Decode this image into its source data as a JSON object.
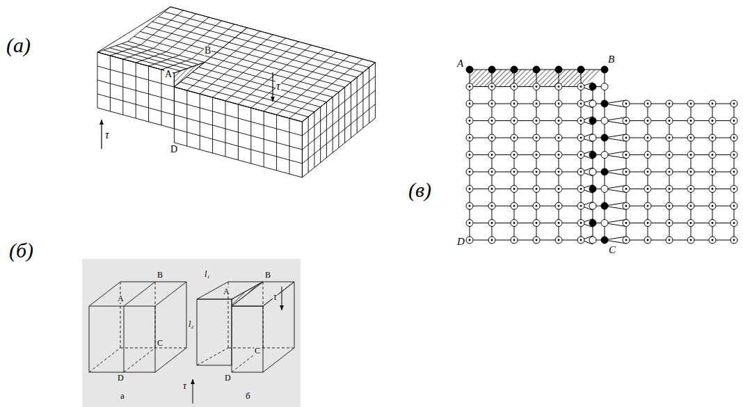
{
  "diagram": {
    "labels": [
      "(а)",
      "B",
      "A",
      "τ",
      "τ",
      "D",
      "A",
      "B",
      "(в)",
      "D",
      "C",
      "(б)",
      "A",
      "B",
      "C",
      "D",
      "l₁",
      "l₂",
      "A",
      "B",
      "τ",
      "C",
      "D",
      "τ",
      "а",
      "б"
    ]
  }
}
